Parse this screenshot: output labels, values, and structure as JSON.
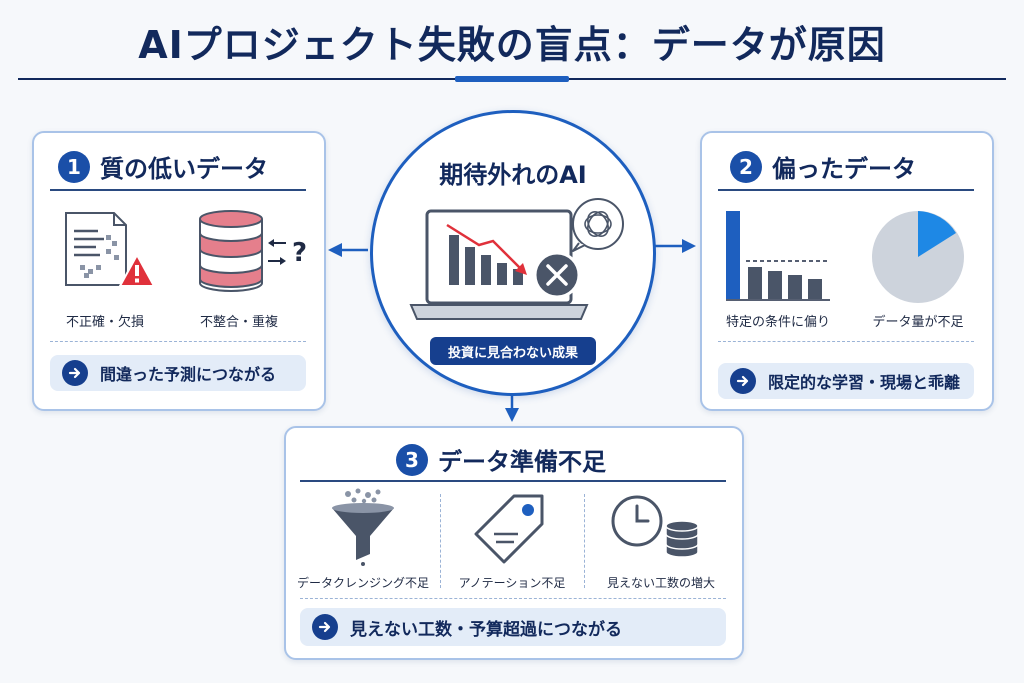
{
  "title": "AIプロジェクト失敗の盲点：データが原因",
  "center": {
    "title": "期待外れのAI",
    "subtitle": "投資に見合わない成果"
  },
  "panels": [
    {
      "number": "1",
      "title": "質の低いデータ",
      "items": [
        "不正確・欠損",
        "不整合・重複"
      ],
      "result": "間違った予測につながる"
    },
    {
      "number": "2",
      "title": "偏ったデータ",
      "items": [
        "特定の条件に偏り",
        "データ量が不足"
      ],
      "result": "限定的な学習・現場と乖離"
    },
    {
      "number": "3",
      "title": "データ準備不足",
      "items": [
        "データクレンジング不足",
        "アノテーション不足",
        "見えない工数の増大"
      ],
      "result": "見えない工数・予算超過につながる"
    }
  ],
  "colors": {
    "navy": "#12295c",
    "blue": "#1e5fbf",
    "alert": "#e0313b",
    "pink": "#e57f8c"
  },
  "icons": [
    "document-icon",
    "warning-icon",
    "database-icon",
    "question-icon",
    "laptop-icon",
    "chart-down-icon",
    "x-icon",
    "brain-icon",
    "bar-chart-icon",
    "pie-chart-icon",
    "funnel-icon",
    "tag-icon",
    "clock-icon",
    "stack-icon",
    "arrow-right-icon"
  ]
}
